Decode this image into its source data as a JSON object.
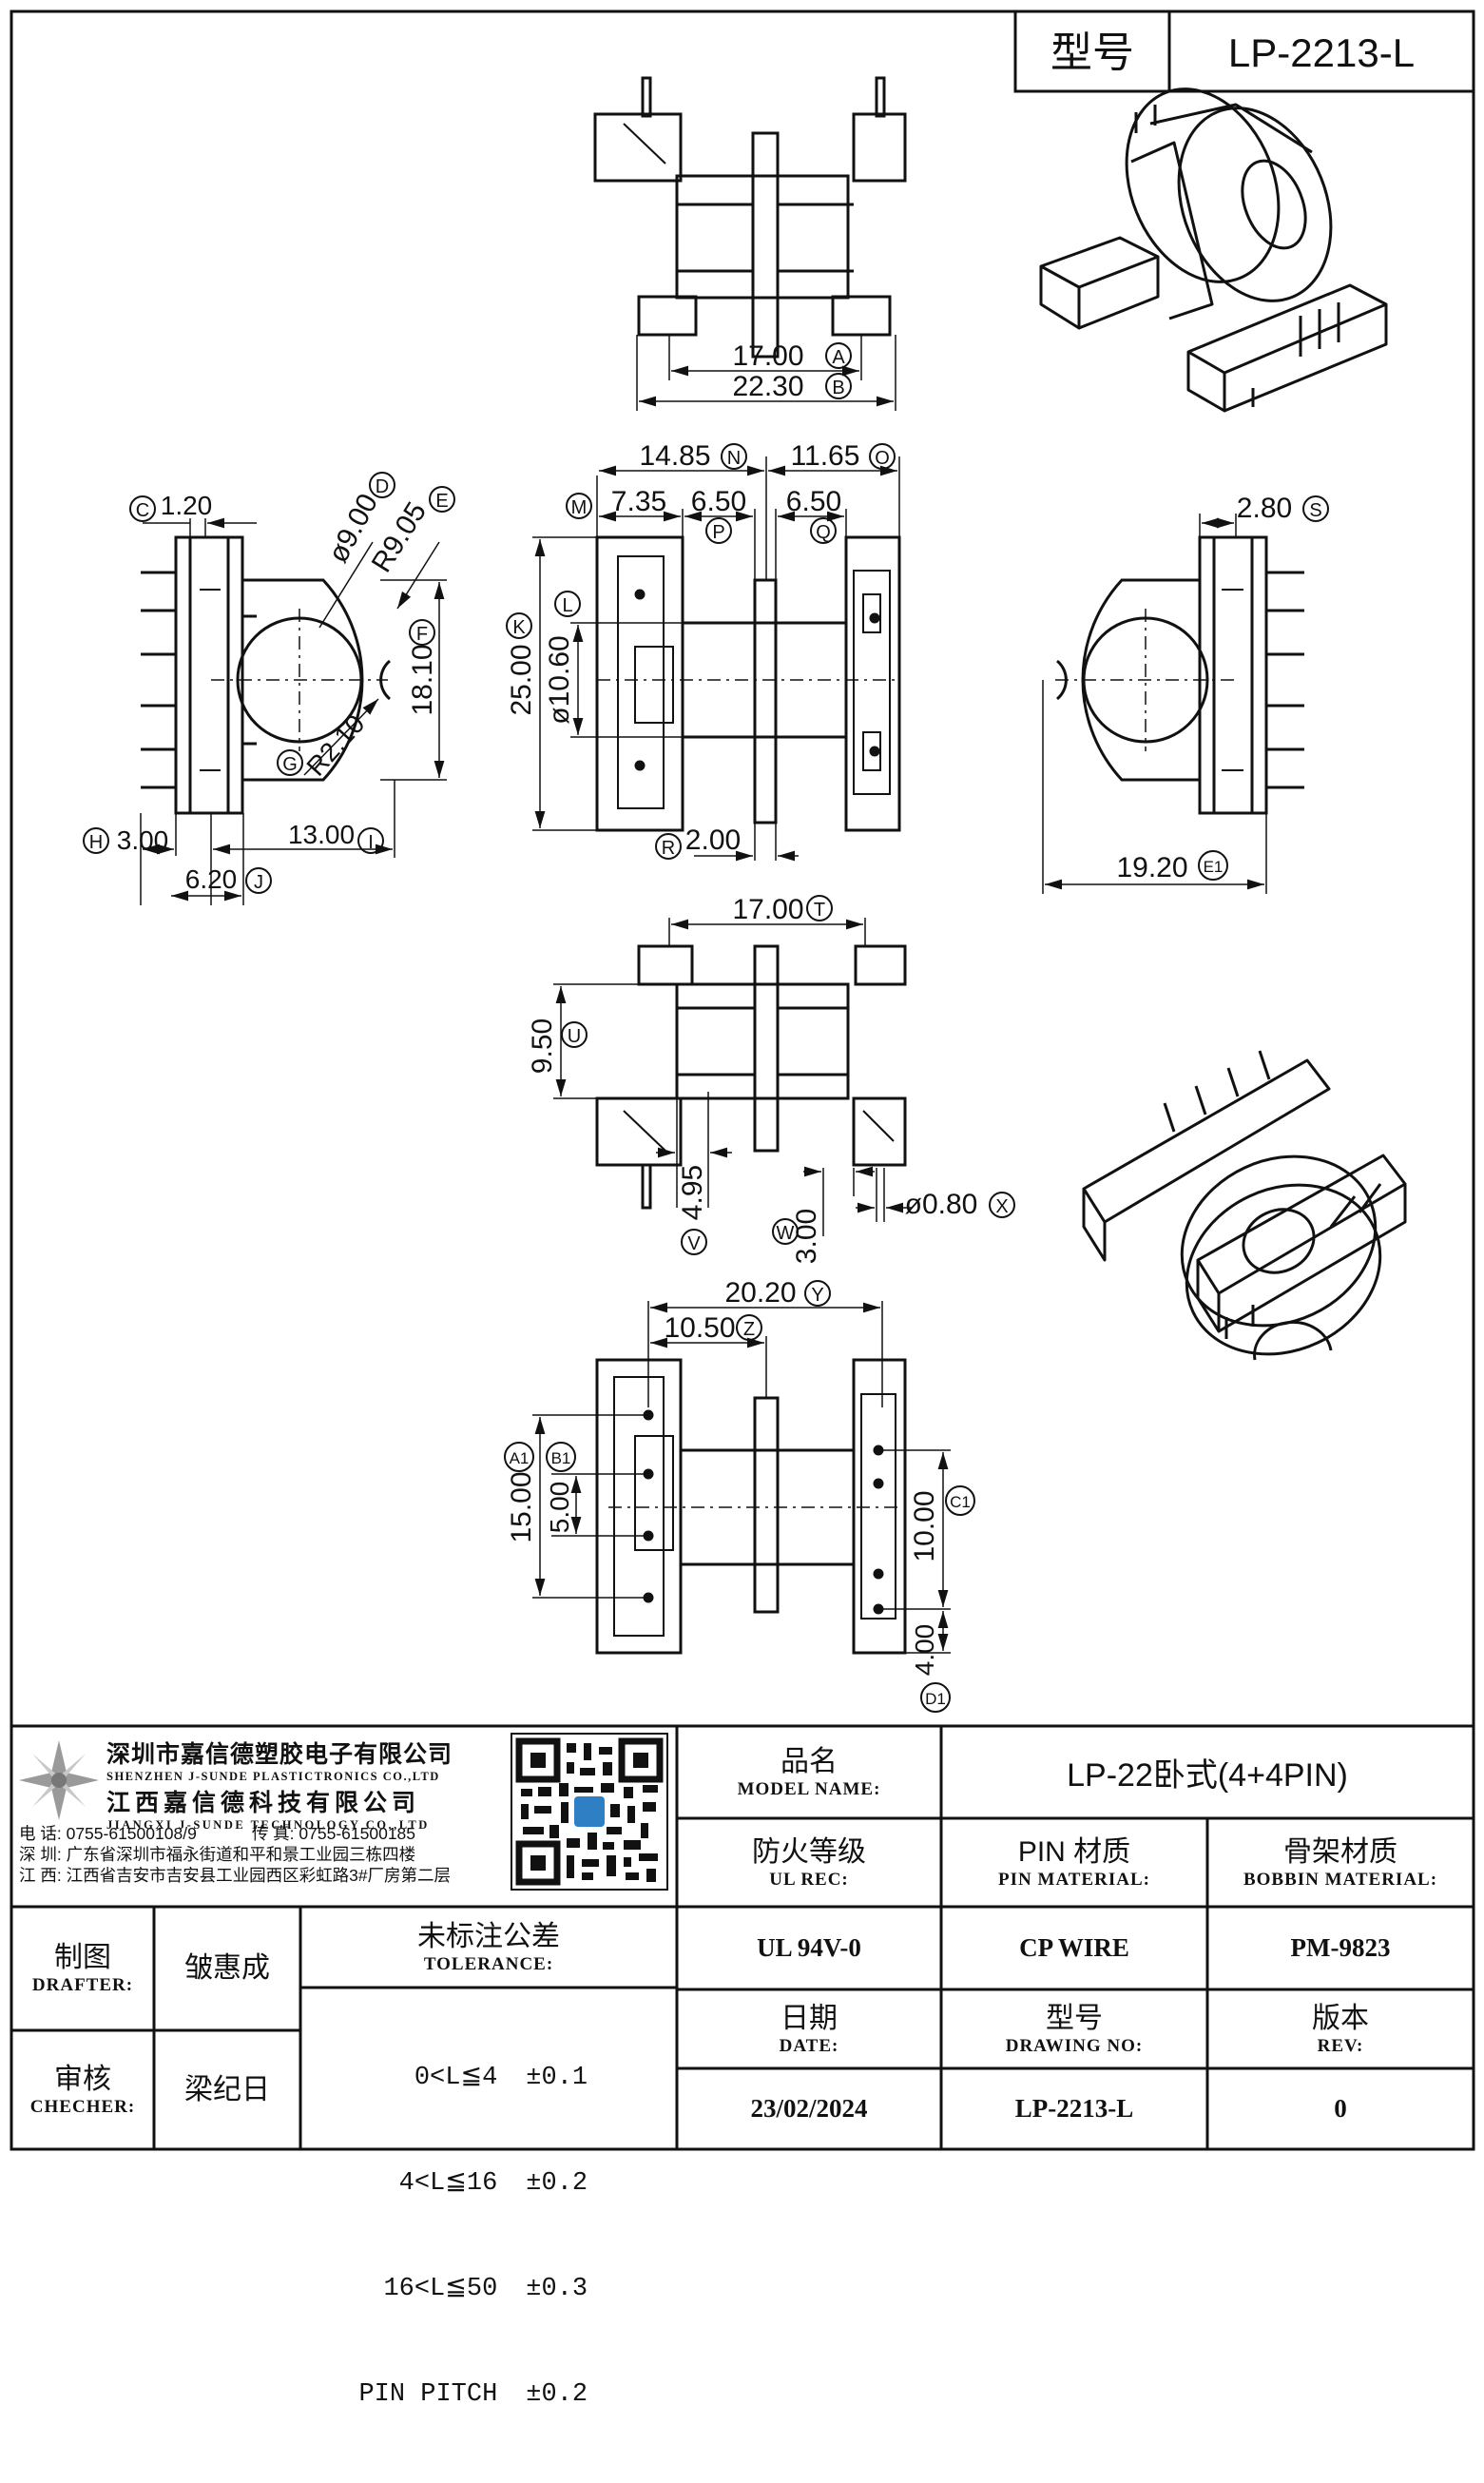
{
  "header": {
    "model_label": "型号",
    "model_value": "LP-2213-L"
  },
  "views": {
    "top": {
      "dim_a": "17.00",
      "dim_a_tag": "A",
      "dim_b": "22.30",
      "dim_b_tag": "B"
    },
    "left": {
      "dim_c": "1.20",
      "dim_c_tag": "C",
      "dim_d": "ø9.00",
      "dim_d_tag": "D",
      "dim_e": "R9.05",
      "dim_e_tag": "E",
      "dim_f": "18.10",
      "dim_f_tag": "F",
      "dim_g_tag": "G",
      "dim_g": "R2.10",
      "dim_h": "3.00",
      "dim_h_tag": "H",
      "dim_i": "13.00",
      "dim_i_tag": "I",
      "dim_j": "6.20",
      "dim_j_tag": "J"
    },
    "front": {
      "dim_n": "14.85",
      "dim_n_tag": "N",
      "dim_o": "11.65",
      "dim_o_tag": "O",
      "dim_m_tag": "M",
      "dim_m": "7.35",
      "dim_p": "6.50",
      "dim_p_tag": "P",
      "dim_q": "6.50",
      "dim_q_tag": "Q",
      "dim_k": "25.00",
      "dim_k_tag": "K",
      "dim_l": "ø10.60",
      "dim_l_tag": "L",
      "dim_r": "2.00",
      "dim_r_tag": "R"
    },
    "right": {
      "dim_s": "2.80",
      "dim_s_tag": "S",
      "dim_e1": "19.20",
      "dim_e1_tag": "E1"
    },
    "bottom": {
      "dim_t": "17.00",
      "dim_t_tag": "T",
      "dim_u": "9.50",
      "dim_u_tag": "U",
      "dim_v": "4.95",
      "dim_v_tag": "V",
      "dim_w": "3.00",
      "dim_w_tag": "W",
      "dim_x": "ø0.80",
      "dim_x_tag": "X"
    },
    "pin": {
      "dim_y": "20.20",
      "dim_y_tag": "Y",
      "dim_z": "10.50",
      "dim_z_tag": "Z",
      "dim_a1": "15.00",
      "dim_a1_tag": "A1",
      "dim_b1": "5.00",
      "dim_b1_tag": "B1",
      "dim_c1": "10.00",
      "dim_c1_tag": "C1",
      "dim_d1": "4.00",
      "dim_d1_tag": "D1"
    }
  },
  "title_block": {
    "company_cn_1": "深圳市嘉信德塑胶电子有限公司",
    "company_en_1": "SHENZHEN J-SUNDE PLASTICTRONICS CO.,LTD",
    "company_cn_2": "江西嘉信德科技有限公司",
    "company_en_2": "JIANGXI J-SUNDE TECHNOLOGY CO.,LTD",
    "phone": "电 话: 0755-61500108/9",
    "fax": "传 真: 0755-61500185",
    "addr_sz": "深 圳: 广东省深圳市福永街道和平和景工业园三栋四楼",
    "addr_jx": "江 西: 江西省吉安市吉安县工业园西区彩虹路3#厂房第二层",
    "model_name_zh": "品名",
    "model_name_en": "MODEL NAME:",
    "model_name_value": "LP-22卧式(4+4PIN)",
    "ul_zh": "防火等级",
    "ul_en": "UL REC:",
    "pin_mat_zh": "PIN 材质",
    "pin_mat_en": "PIN MATERIAL:",
    "bobbin_mat_zh": "骨架材质",
    "bobbin_mat_en": "BOBBIN MATERIAL:",
    "ul_value": "UL 94V-0",
    "pin_value": "CP WIRE",
    "bobbin_value": "PM-9823",
    "drafter_zh": "制图",
    "drafter_en": "DRAFTER:",
    "drafter_name": "皱惠成",
    "checker_zh": "审核",
    "checker_en": "CHECHER:",
    "checker_name": "梁纪日",
    "tolerance_zh": "未标注公差",
    "tolerance_en": "TOLERANCE:",
    "tolerance_rows": [
      {
        "range": " 0<L≦4",
        "tol": "±0.1"
      },
      {
        "range": " 4<L≦16",
        "tol": "±0.2"
      },
      {
        "range": "16<L≦50",
        "tol": "±0.3"
      },
      {
        "range": "PIN PITCH",
        "tol": "±0.2"
      }
    ],
    "date_zh": "日期",
    "date_en": "DATE:",
    "date_value": "23/02/2024",
    "drawing_zh": "型号",
    "drawing_en": "DRAWING NO:",
    "drawing_value": "LP-2213-L",
    "rev_zh": "版本",
    "rev_en": "REV:",
    "rev_value": "0"
  }
}
